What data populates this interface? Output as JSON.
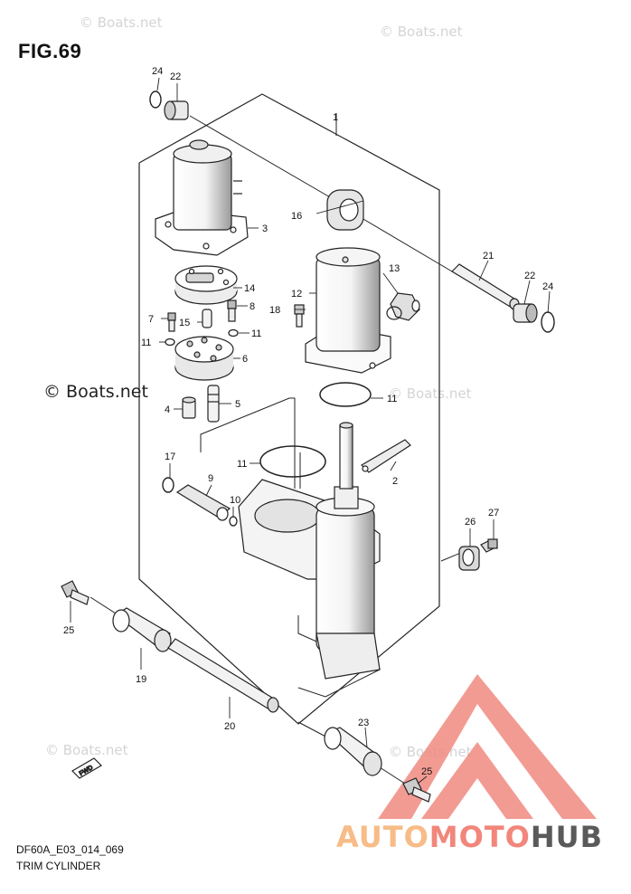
{
  "figure": {
    "title": "FIG.69",
    "code": "DF60A_E03_014_069",
    "caption": "TRIM CYLINDER"
  },
  "watermarks": {
    "text": "© Boats.net"
  },
  "brand": {
    "part1": "AUTO",
    "part2": "MOTO",
    "part3": "HUB",
    "colors": {
      "auto": "#f7bc87",
      "moto": "#f2867b",
      "hub": "#5a5a5a",
      "triangle": "#f08a80"
    }
  },
  "callouts": [
    {
      "id": "1",
      "label": "1"
    },
    {
      "id": "2",
      "label": "2"
    },
    {
      "id": "3",
      "label": "3"
    },
    {
      "id": "4",
      "label": "4"
    },
    {
      "id": "5",
      "label": "5"
    },
    {
      "id": "6",
      "label": "6"
    },
    {
      "id": "7",
      "label": "7"
    },
    {
      "id": "8",
      "label": "8"
    },
    {
      "id": "9",
      "label": "9"
    },
    {
      "id": "10",
      "label": "10"
    },
    {
      "id": "11a",
      "label": "11"
    },
    {
      "id": "11b",
      "label": "11"
    },
    {
      "id": "11c",
      "label": "11"
    },
    {
      "id": "11d",
      "label": "11"
    },
    {
      "id": "12",
      "label": "12"
    },
    {
      "id": "13",
      "label": "13"
    },
    {
      "id": "14",
      "label": "14"
    },
    {
      "id": "15",
      "label": "15"
    },
    {
      "id": "16",
      "label": "16"
    },
    {
      "id": "17",
      "label": "17"
    },
    {
      "id": "18",
      "label": "18"
    },
    {
      "id": "19",
      "label": "19"
    },
    {
      "id": "20",
      "label": "20"
    },
    {
      "id": "21",
      "label": "21"
    },
    {
      "id": "22a",
      "label": "22"
    },
    {
      "id": "22b",
      "label": "22"
    },
    {
      "id": "23",
      "label": "23"
    },
    {
      "id": "24a",
      "label": "24"
    },
    {
      "id": "24b",
      "label": "24"
    },
    {
      "id": "25a",
      "label": "25"
    },
    {
      "id": "25b",
      "label": "25"
    },
    {
      "id": "26",
      "label": "26"
    },
    {
      "id": "27",
      "label": "27"
    }
  ],
  "direction_marker": {
    "label": "FWD"
  }
}
